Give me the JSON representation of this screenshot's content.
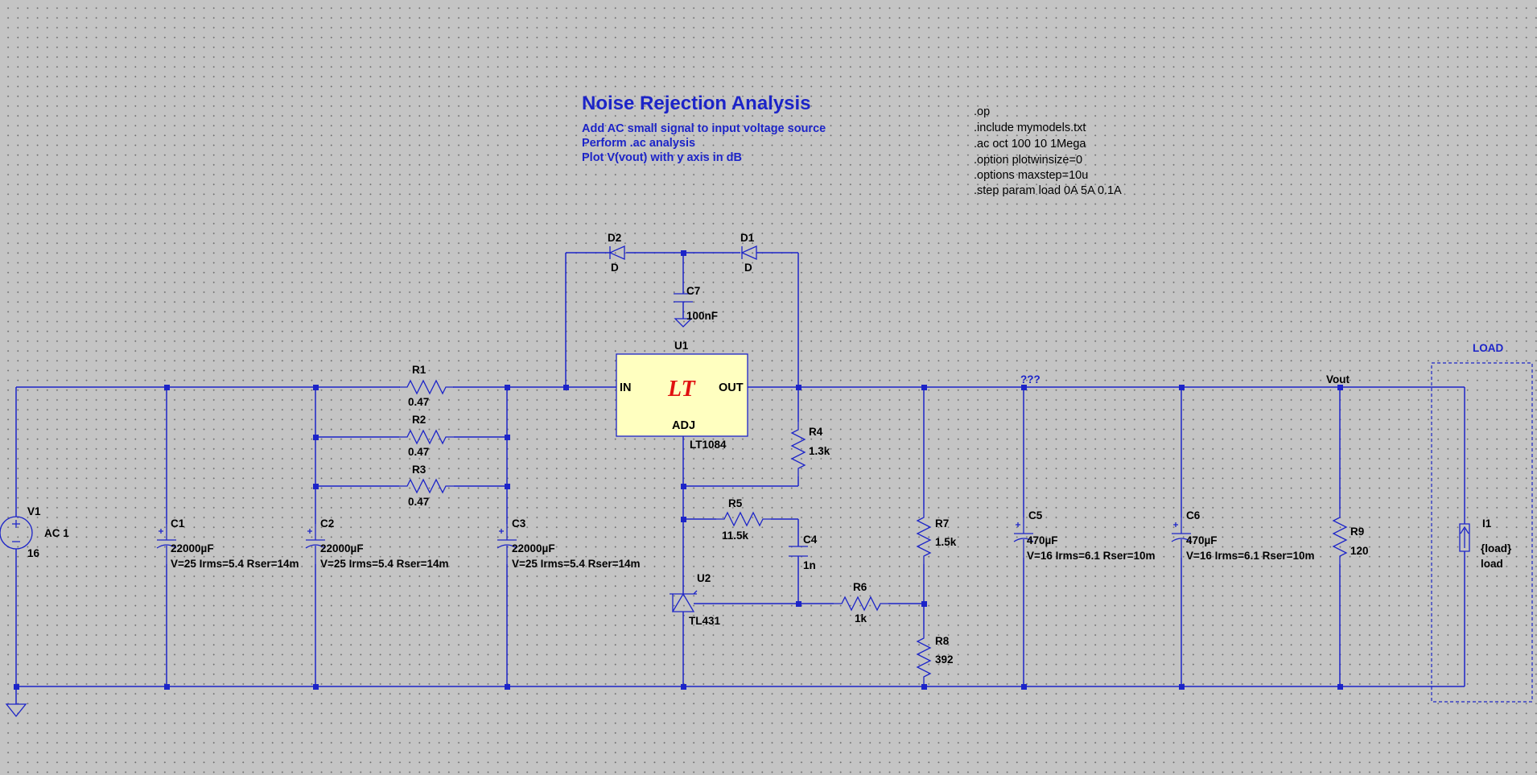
{
  "annotation": {
    "title": "Noise Rejection Analysis",
    "lines": [
      "Add AC small signal to input voltage source",
      "Perform .ac analysis",
      "Plot V(vout) with y axis in dB"
    ]
  },
  "directives": [
    ".op",
    ".include mymodels.txt",
    ".ac oct 100 10 1Mega",
    ".option plotwinsize=0",
    ".options maxstep=10u",
    ".step param load 0A 5A 0.1A"
  ],
  "nets": {
    "unnamed": "???",
    "vout": "Vout",
    "load_box": "LOAD"
  },
  "components": {
    "V1": {
      "ref": "V1",
      "ac": "AC 1",
      "value": "16"
    },
    "C1": {
      "ref": "C1",
      "value": "22000µF",
      "params": "V=25 Irms=5.4 Rser=14m"
    },
    "C2": {
      "ref": "C2",
      "value": "22000µF",
      "params": "V=25 Irms=5.4 Rser=14m"
    },
    "C3": {
      "ref": "C3",
      "value": "22000µF",
      "params": "V=25 Irms=5.4 Rser=14m"
    },
    "R1": {
      "ref": "R1",
      "value": "0.47"
    },
    "R2": {
      "ref": "R2",
      "value": "0.47"
    },
    "R3": {
      "ref": "R3",
      "value": "0.47"
    },
    "D1": {
      "ref": "D1",
      "value": "D"
    },
    "D2": {
      "ref": "D2",
      "value": "D"
    },
    "C7": {
      "ref": "C7",
      "value": "100nF"
    },
    "U1": {
      "ref": "U1",
      "part": "LT1084",
      "pin_in": "IN",
      "pin_out": "OUT",
      "pin_adj": "ADJ",
      "logo": "LT"
    },
    "R4": {
      "ref": "R4",
      "value": "1.3k"
    },
    "R5": {
      "ref": "R5",
      "value": "11.5k"
    },
    "C4": {
      "ref": "C4",
      "value": "1n"
    },
    "R6": {
      "ref": "R6",
      "value": "1k"
    },
    "U2": {
      "ref": "U2",
      "part": "TL431"
    },
    "R7": {
      "ref": "R7",
      "value": "1.5k"
    },
    "R8": {
      "ref": "R8",
      "value": "392"
    },
    "C5": {
      "ref": "C5",
      "value": "470µF",
      "params": "V=16 Irms=6.1 Rser=10m"
    },
    "C6": {
      "ref": "C6",
      "value": "470µF",
      "params": "V=16 Irms=6.1 Rser=10m"
    },
    "R9": {
      "ref": "R9",
      "value": "120"
    },
    "I1": {
      "ref": "I1",
      "value": "{load}",
      "extra": "load"
    }
  },
  "colors": {
    "wire": "#1c24c8",
    "background": "#c4c4c4",
    "ic_fill": "#ffffc0",
    "logo": "#e01010"
  }
}
